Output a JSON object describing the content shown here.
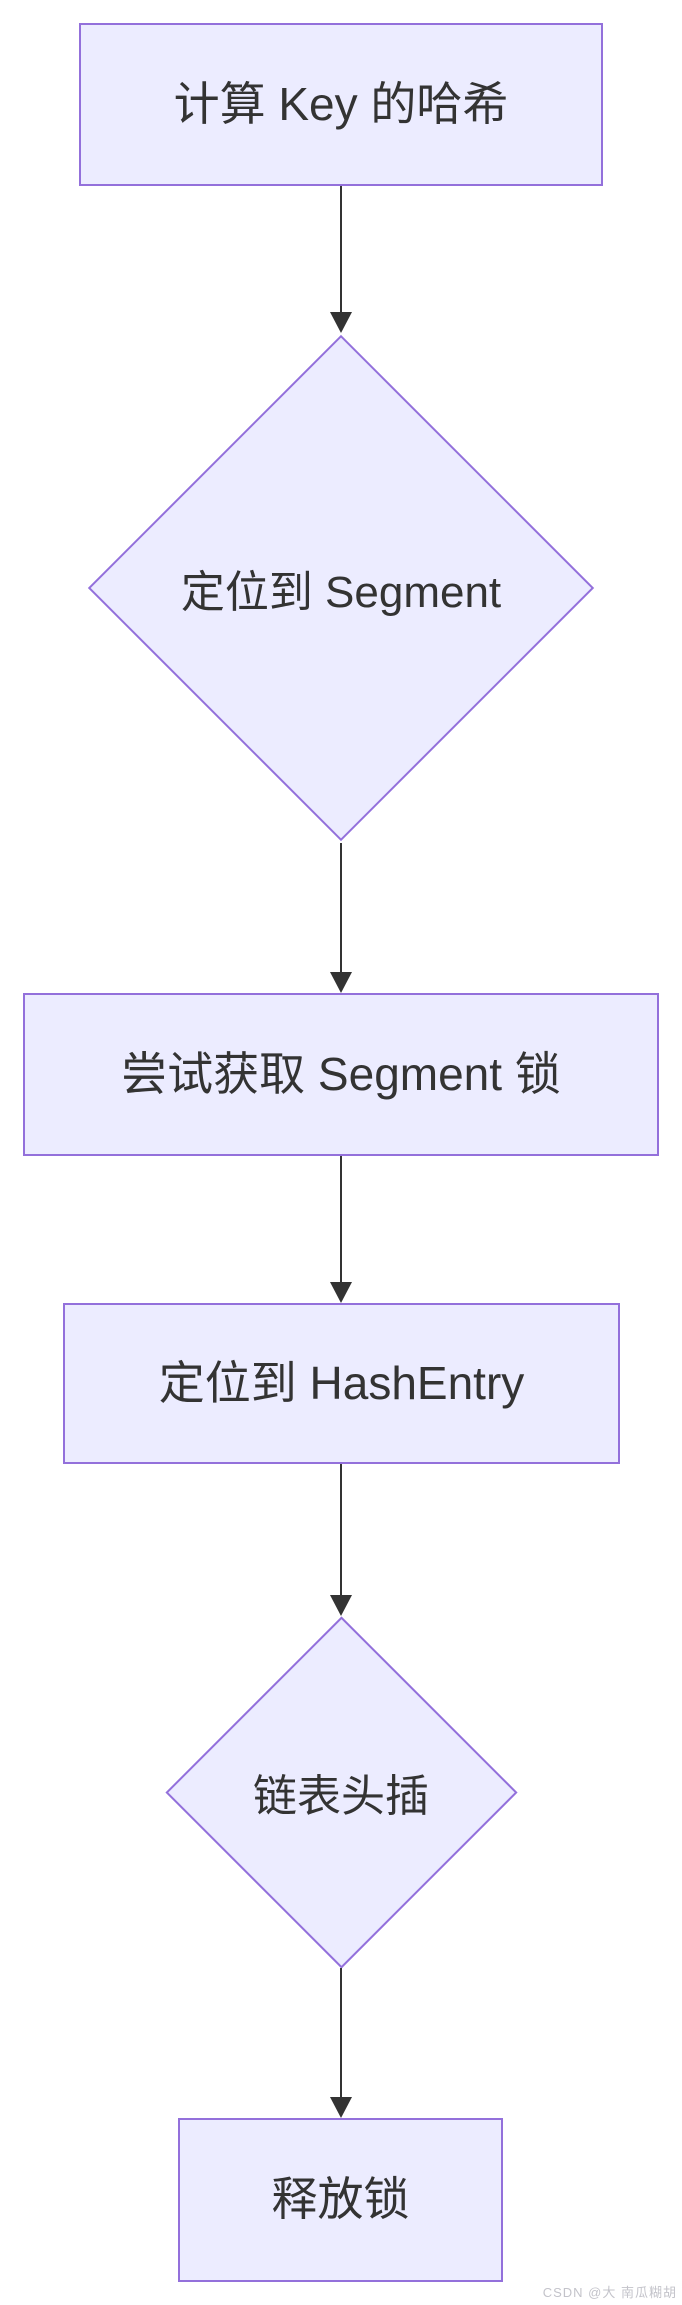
{
  "diagram": {
    "type": "flowchart",
    "direction": "top-down",
    "nodes": [
      {
        "id": "A",
        "shape": "rectangle",
        "label": "计算 Key 的哈希"
      },
      {
        "id": "B",
        "shape": "diamond",
        "label": "定位到 Segment"
      },
      {
        "id": "C",
        "shape": "rectangle",
        "label": "尝试获取 Segment 锁"
      },
      {
        "id": "D",
        "shape": "rectangle",
        "label": "定位到 HashEntry"
      },
      {
        "id": "E",
        "shape": "diamond",
        "label": "链表头插"
      },
      {
        "id": "F",
        "shape": "rectangle",
        "label": "释放锁"
      }
    ],
    "edges": [
      {
        "from": "A",
        "to": "B",
        "label": ""
      },
      {
        "from": "B",
        "to": "C",
        "label": ""
      },
      {
        "from": "C",
        "to": "D",
        "label": ""
      },
      {
        "from": "D",
        "to": "E",
        "label": ""
      },
      {
        "from": "E",
        "to": "F",
        "label": ""
      }
    ],
    "colors": {
      "node_fill": "#ECECFF",
      "node_border": "#9370DB",
      "arrow": "#333333",
      "text": "#333333",
      "background": "#FFFFFF"
    }
  },
  "watermark": {
    "text": "CSDN @大 南瓜糊胡"
  }
}
